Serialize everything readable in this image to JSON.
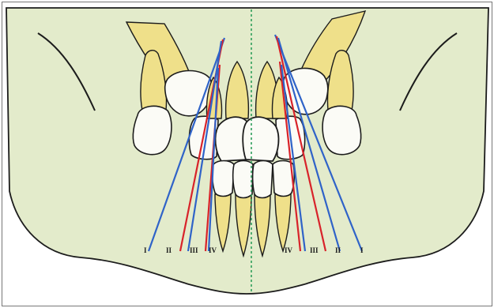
{
  "colors": {
    "background": "#ffffff",
    "jaw_fill": "#e3ebcb",
    "outline": "#1c1c1c",
    "root_fill": "#efe08a",
    "crown_fill": "#fbfbf6",
    "midline": "#2e9e5b",
    "line_blue": "#2f63c8",
    "line_red": "#d8232a"
  },
  "zone_labels": {
    "left": [
      "I",
      "II",
      "III",
      "IV"
    ],
    "right": [
      "IV",
      "III",
      "II",
      "I"
    ]
  },
  "projection_lines": {
    "left": [
      "blue",
      "red",
      "blue",
      "red",
      "blue"
    ],
    "right": [
      "blue",
      "red",
      "blue",
      "red",
      "blue"
    ]
  }
}
